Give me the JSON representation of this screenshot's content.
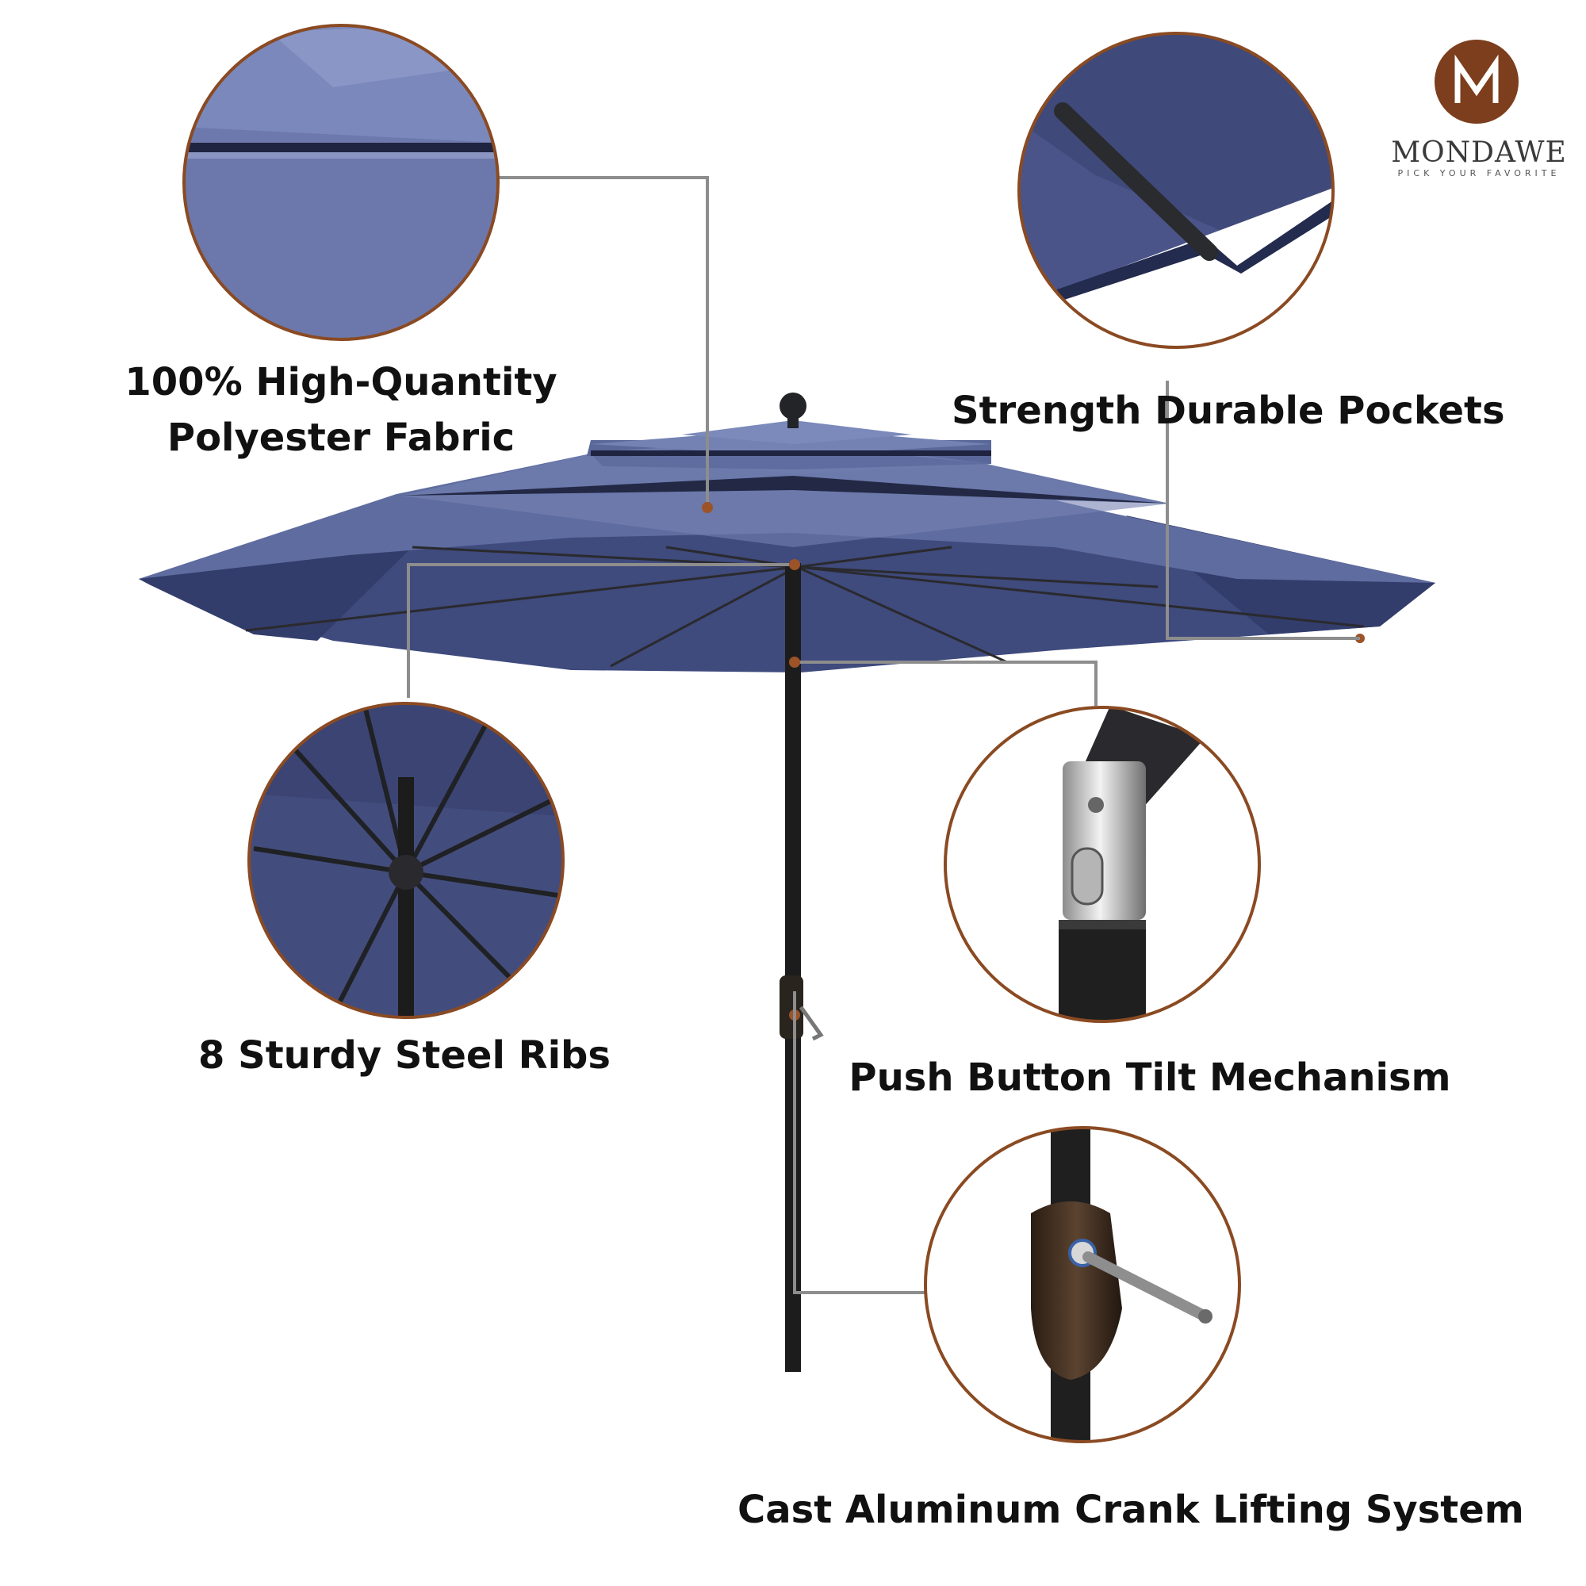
{
  "brand": {
    "name": "MONDAWE",
    "tagline": "PICK YOUR FAVORITE",
    "monogram": "M"
  },
  "features": [
    {
      "label_lines": [
        "100% High-Quantity",
        "Polyester Fabric"
      ]
    },
    {
      "label_lines": [
        "Strength Durable Pockets"
      ]
    },
    {
      "label_lines": [
        "8 Sturdy Steel Ribs"
      ]
    },
    {
      "label_lines": [
        "Push Button Tilt Mechanism"
      ]
    },
    {
      "label_lines": [
        "Cast Aluminum Crank Lifting System"
      ]
    }
  ],
  "colors": {
    "canopy": "#4b5787",
    "canopy_light": "#6a77a8",
    "canopy_dark": "#353f6a",
    "pole": "#1c1c1c",
    "accent": "#8a4a22",
    "connector": "#8d8d8d",
    "text": "#111111"
  }
}
